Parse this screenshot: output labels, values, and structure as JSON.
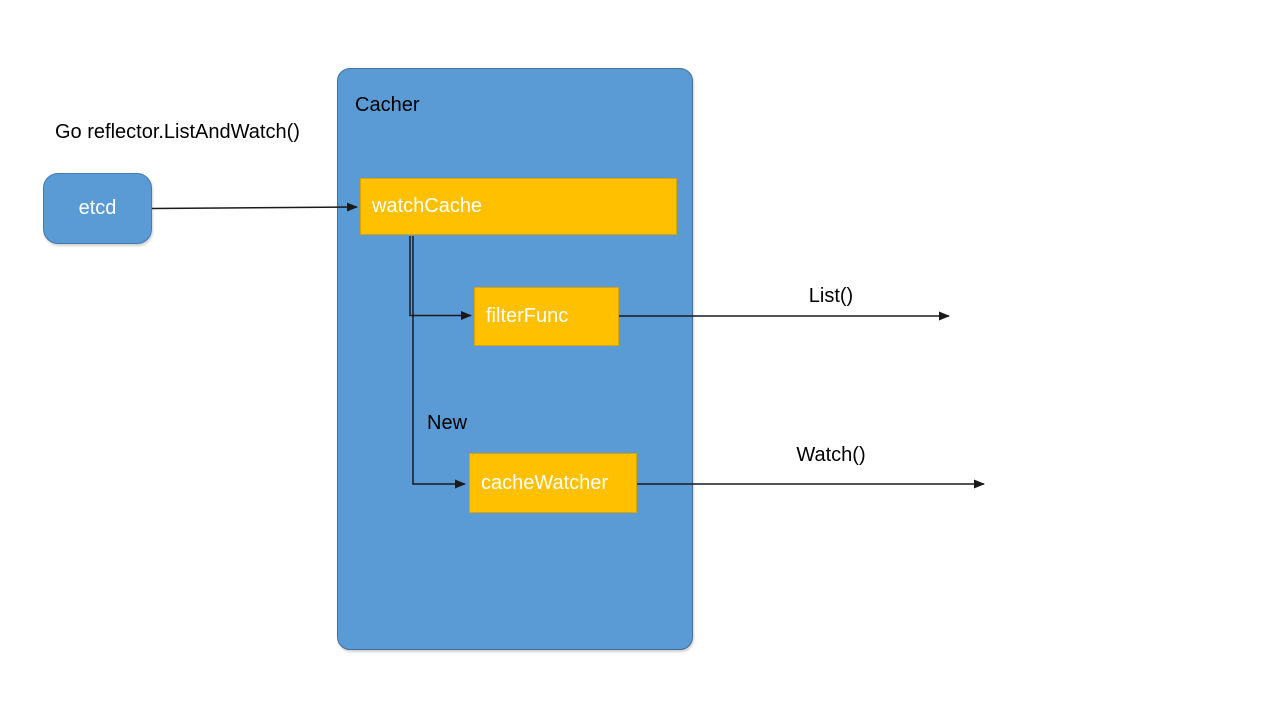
{
  "diagram": {
    "nodes": {
      "etcd": "etcd",
      "cacher": "Cacher",
      "watch_cache": "watchCache",
      "filter_func": "filterFunc",
      "cache_watcher": "cacheWatcher"
    },
    "edges": [
      {
        "id": "etcd-to-watchcache",
        "label": "Go reflector.ListAndWatch()"
      },
      {
        "id": "watchcache-to-filterfunc"
      },
      {
        "id": "watchcache-to-cachewatcher",
        "label": "New"
      },
      {
        "id": "filterfunc-to-out",
        "label": "List()"
      },
      {
        "id": "cachewatcher-to-out",
        "label": "Watch()"
      }
    ],
    "colors": {
      "blue_fill": "#5B9BD5",
      "blue_border": "#41719C",
      "orange_fill": "#FFC000",
      "orange_border": "#D9A400",
      "arrow": "#1A1A1A",
      "label_text": "#000000",
      "node_text": "#FFFFFF",
      "background": "#FFFFFF"
    }
  }
}
